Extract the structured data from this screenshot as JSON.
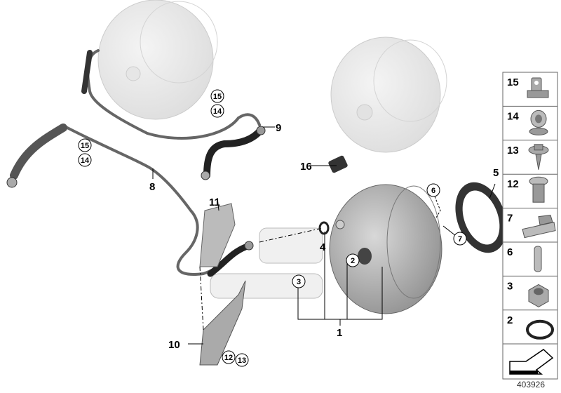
{
  "callouts": {
    "top_15": "15",
    "top_14": "14",
    "label_9": "9",
    "left_15": "15",
    "left_14": "14",
    "label_8": "8",
    "label_11": "11",
    "label_16": "16",
    "label_5": "5",
    "label_6": "6",
    "label_7": "7",
    "label_4": "4",
    "label_2": "2",
    "label_3": "3",
    "label_1": "1",
    "label_10": "10",
    "label_12": "12",
    "label_13": "13"
  },
  "legend": {
    "items": [
      {
        "number": "15",
        "icon": "bracket-clip-icon"
      },
      {
        "number": "14",
        "icon": "hose-clamp-icon"
      },
      {
        "number": "13",
        "icon": "hex-screw-icon"
      },
      {
        "number": "12",
        "icon": "expanding-nut-icon"
      },
      {
        "number": "7",
        "icon": "spring-clip-icon"
      },
      {
        "number": "6",
        "icon": "pin-icon"
      },
      {
        "number": "3",
        "icon": "hex-nut-icon"
      },
      {
        "number": "2",
        "icon": "o-ring-icon"
      }
    ],
    "direction_icon": "front-arrow-icon"
  },
  "document_number": "403926"
}
